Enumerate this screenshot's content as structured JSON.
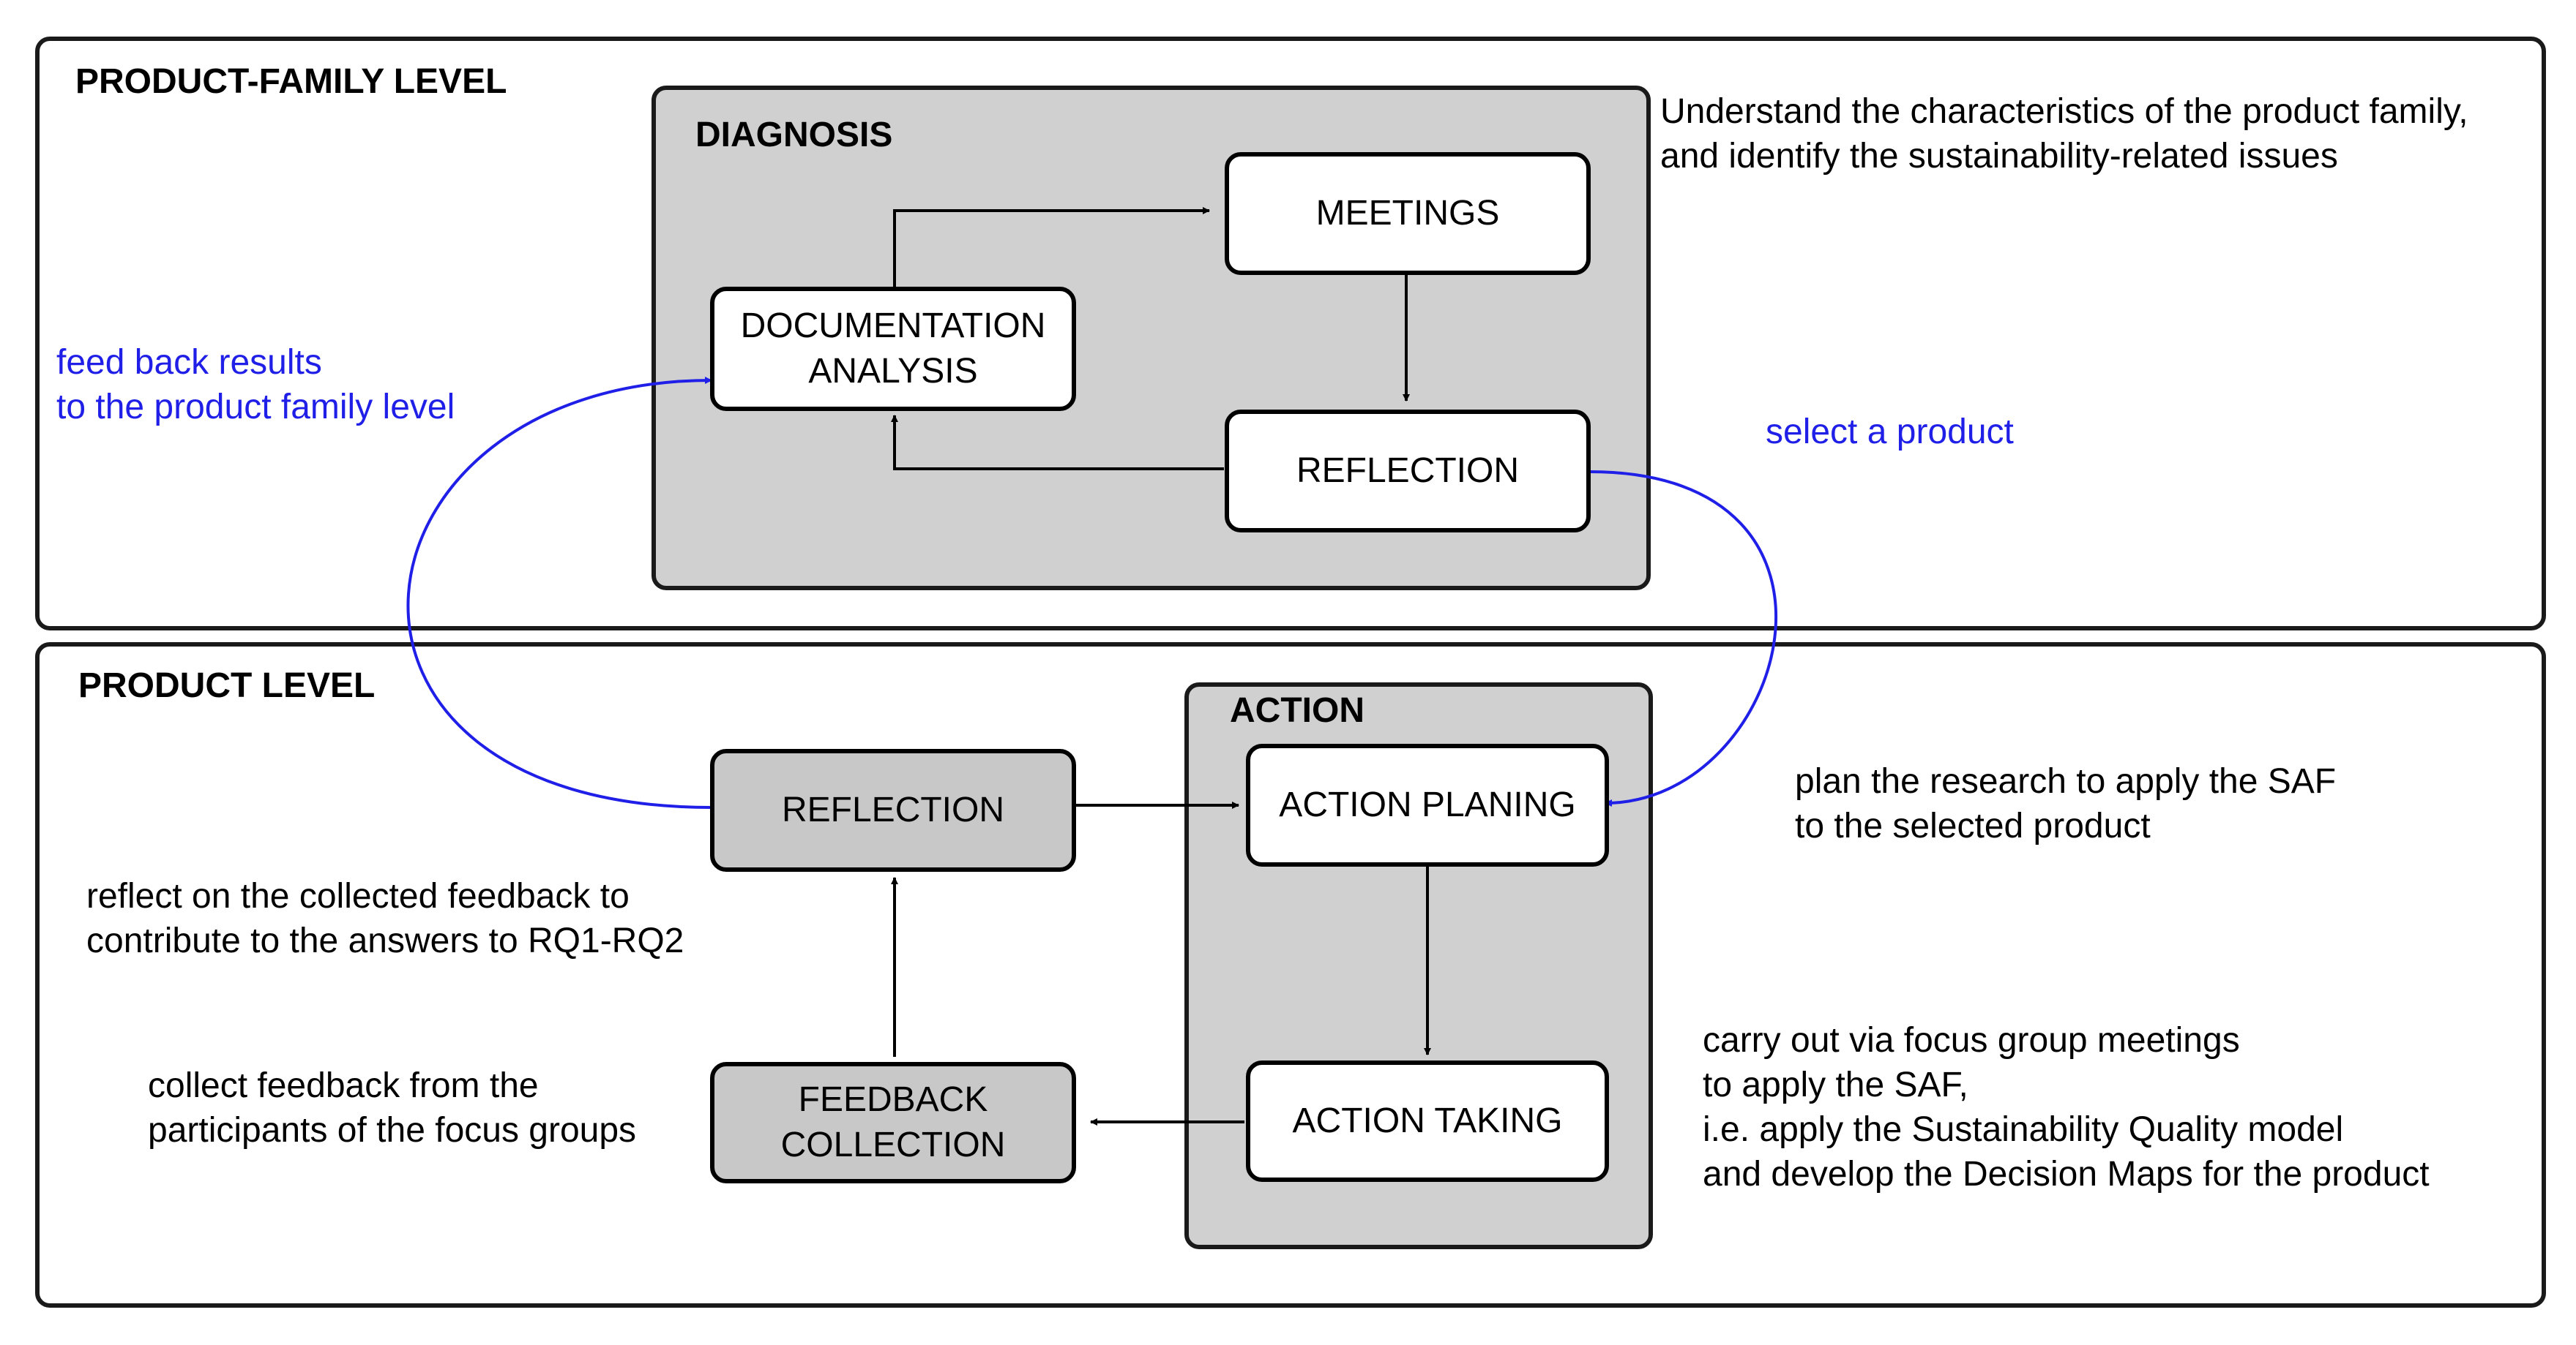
{
  "colors": {
    "black_arrow": "#000000",
    "blue_arrow": "#1f1fe8",
    "group_fill": "#d0d0d0",
    "node_grey": "#c8c8c8"
  },
  "levels": {
    "product_family": {
      "title": "PRODUCT-FAMILY LEVEL"
    },
    "product": {
      "title": "PRODUCT LEVEL"
    }
  },
  "groups": {
    "diagnosis": {
      "title": "DIAGNOSIS"
    },
    "action": {
      "title": "ACTION"
    }
  },
  "nodes": {
    "meetings": "MEETINGS",
    "documentation_analysis": "DOCUMENTATION\nANALYSIS",
    "reflection_family": "REFLECTION",
    "reflection_product": "REFLECTION",
    "action_planing": "ACTION PLANING",
    "action_taking": "ACTION TAKING",
    "feedback_collection": "FEEDBACK\nCOLLECTION"
  },
  "notes": {
    "understand": "Understand the characteristics of the product family,\nand identify the sustainability-related issues",
    "feed_back": "feed back results\nto the product family level",
    "select_product": "select a product",
    "plan_research": "plan the research to apply the SAF\nto the selected product",
    "reflect_feedback": "reflect on the collected feedback to\ncontribute to the answers to RQ1-RQ2",
    "collect_feedback": "collect feedback from the\nparticipants of the focus groups",
    "carry_out": "carry out via focus group meetings\nto apply the SAF,\ni.e. apply the Sustainability Quality model\nand develop the Decision Maps for the product"
  }
}
